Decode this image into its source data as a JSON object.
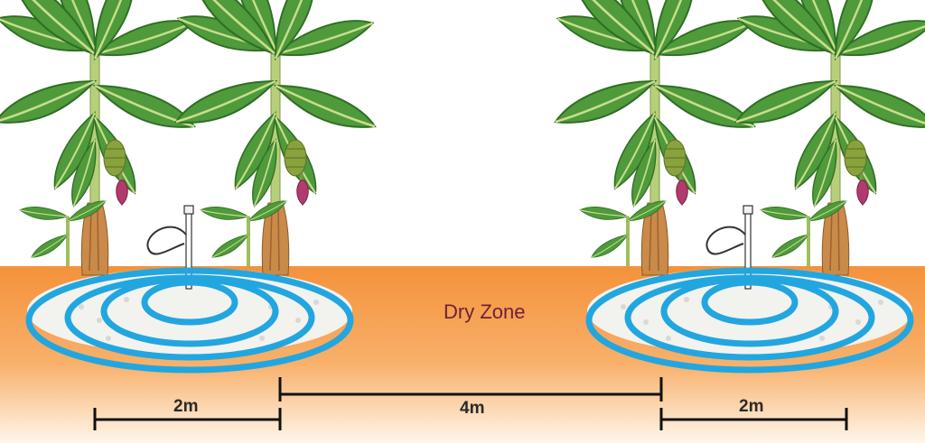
{
  "labels": {
    "dry_zone": "Dry Zone",
    "left_spacing": "2m",
    "middle_spacing": "4m",
    "right_spacing": "2m"
  },
  "colors": {
    "soil": "#f59a45",
    "soil_light": "#fde9cf",
    "mulch": "#f2f2ee",
    "wetting_ring": "#22a6e0",
    "leaf": "#4f9a3a",
    "leaf_dark": "#2f6e25",
    "stem": "#b7cf7a",
    "trunk": "#c98a4a",
    "flower": "#b23a6e",
    "banana": "#8aa23c",
    "dimension_line": "#111111"
  },
  "icons": [
    "banana-plant",
    "drip-emitter",
    "wetting-rings",
    "dimension-line"
  ]
}
